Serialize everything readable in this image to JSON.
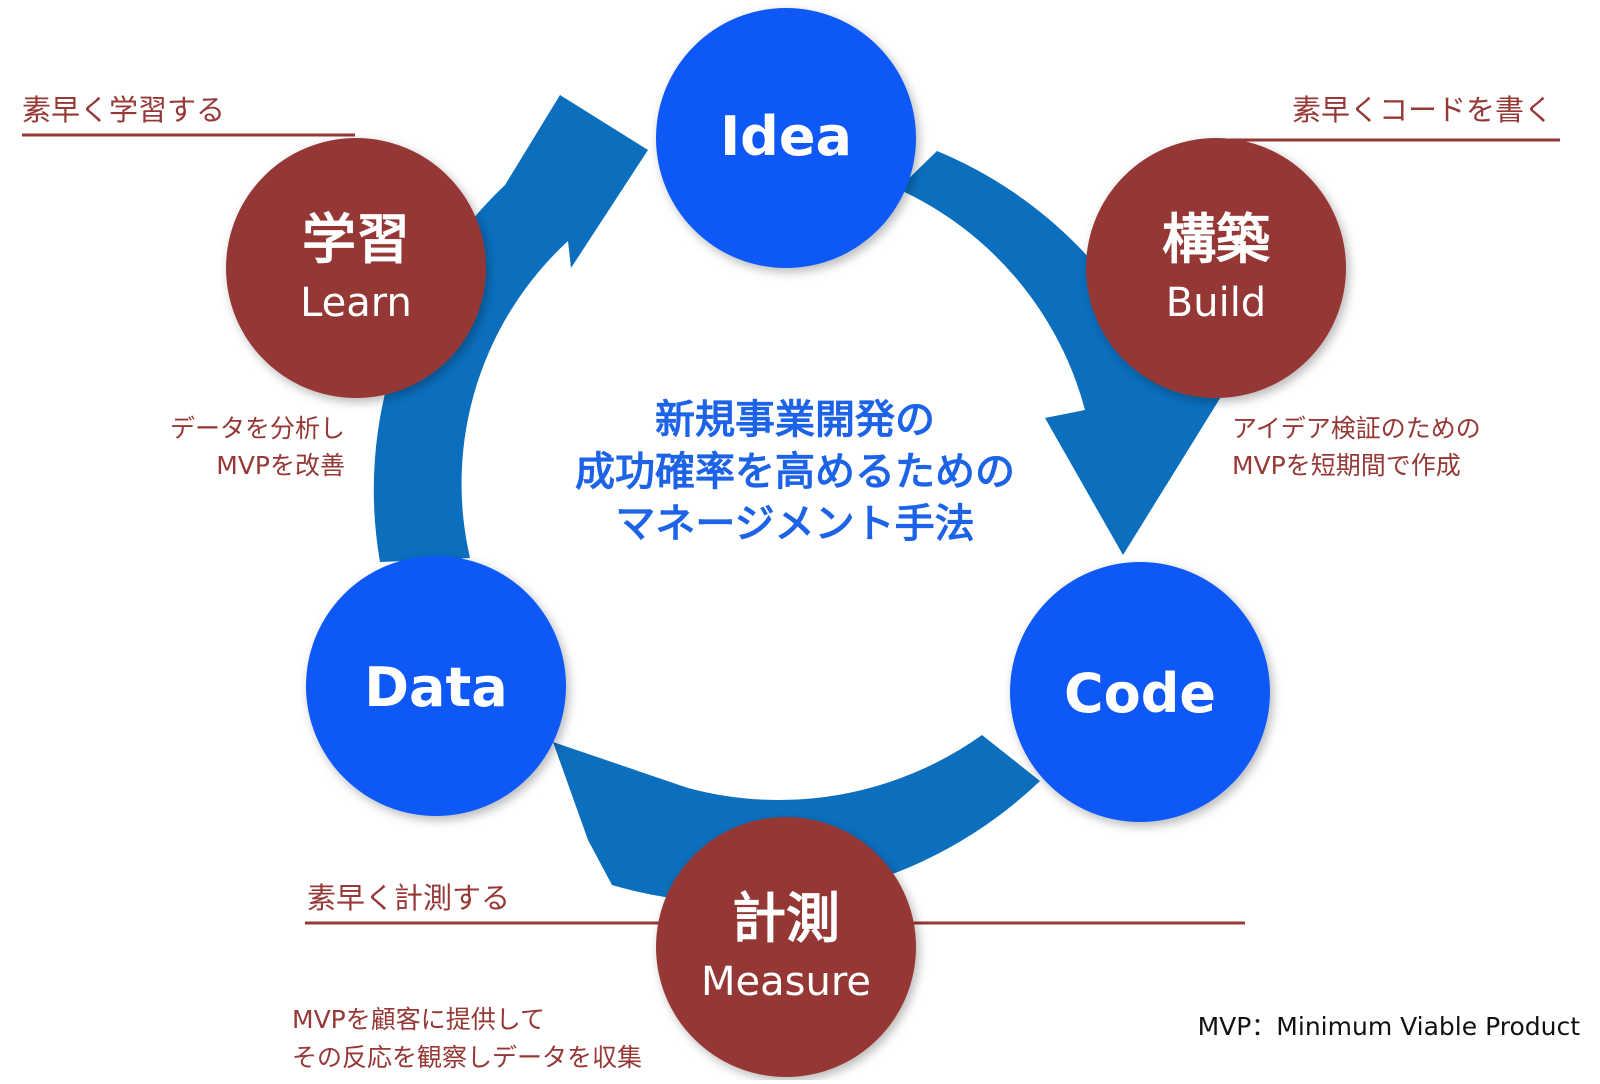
{
  "center": {
    "lines": [
      "新規事業開発の",
      "成功確率を高めるための",
      "マネージメント手法"
    ]
  },
  "nodes": {
    "idea": {
      "title": "Idea"
    },
    "code": {
      "title": "Code"
    },
    "data": {
      "title": "Data"
    },
    "build": {
      "title": "構築",
      "subtitle": "Build"
    },
    "measure": {
      "title": "計測",
      "subtitle": "Measure"
    },
    "learn": {
      "title": "学習",
      "subtitle": "Learn"
    }
  },
  "labels": {
    "learn_heading": "素早く学習する",
    "learn_desc": [
      "データを分析し",
      "MVPを改善"
    ],
    "build_heading": "素早くコードを書く",
    "build_desc": [
      "アイデア検証のための",
      "MVPを短期間で作成"
    ],
    "measure_heading": "素早く計測する",
    "measure_desc": [
      "MVPを顧客に提供して",
      "その反応を観察しデータを収集"
    ]
  },
  "footnote": "MVP：Minimum Viable Product",
  "colors": {
    "blue_node": "#0a59f7",
    "red_node": "#953836",
    "arrow": "#0b6fbe",
    "center_text": "#1d63e8"
  }
}
